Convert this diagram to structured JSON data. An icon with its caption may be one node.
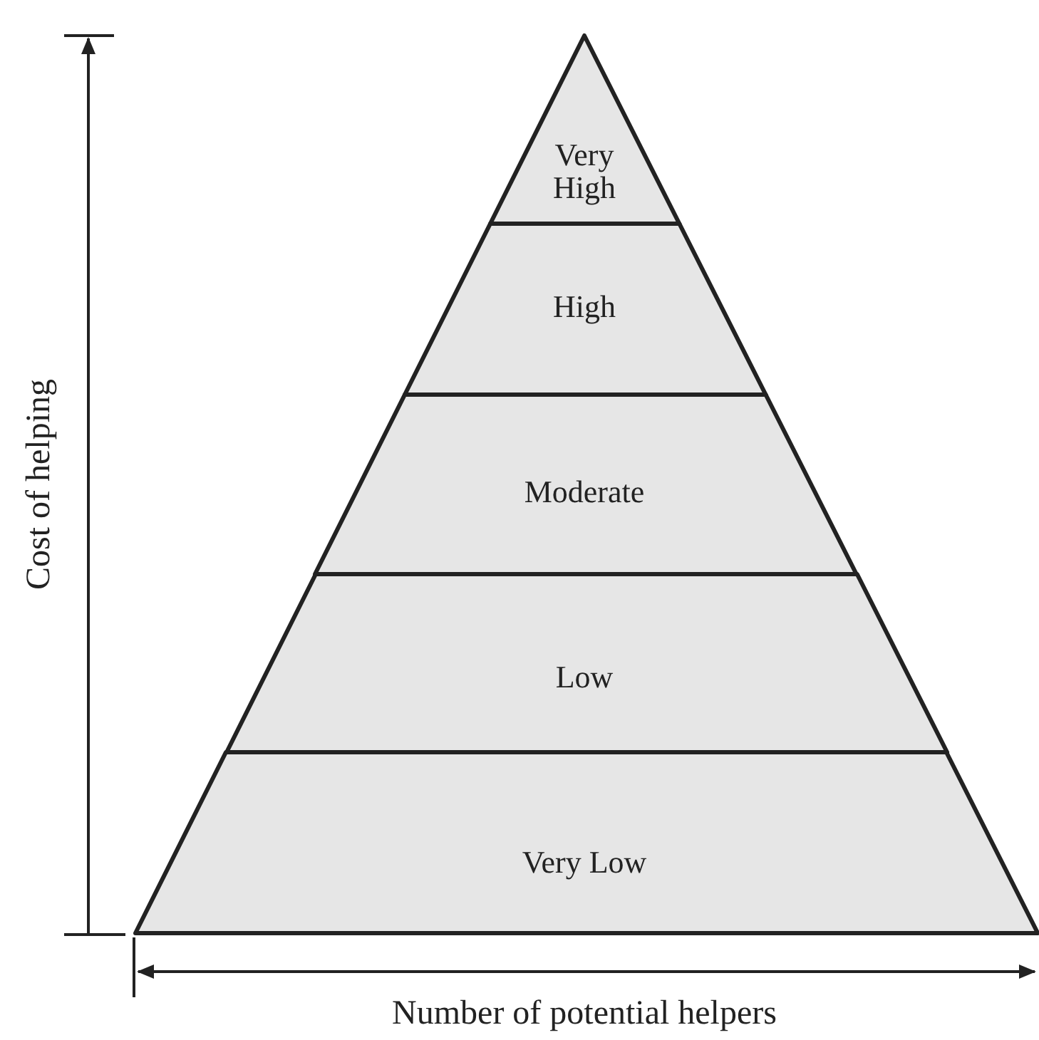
{
  "diagram": {
    "nodes": [
      {
        "text": [
          "Very High"
        ]
      },
      {
        "text": [
          "High"
        ]
      },
      {
        "text": [
          "Moderate"
        ]
      },
      {
        "text": [
          "Low"
        ]
      },
      {
        "text": [
          "Very Low"
        ]
      }
    ],
    "labels": [
      "Cost of helping",
      "Number of potential helpers"
    ]
  }
}
